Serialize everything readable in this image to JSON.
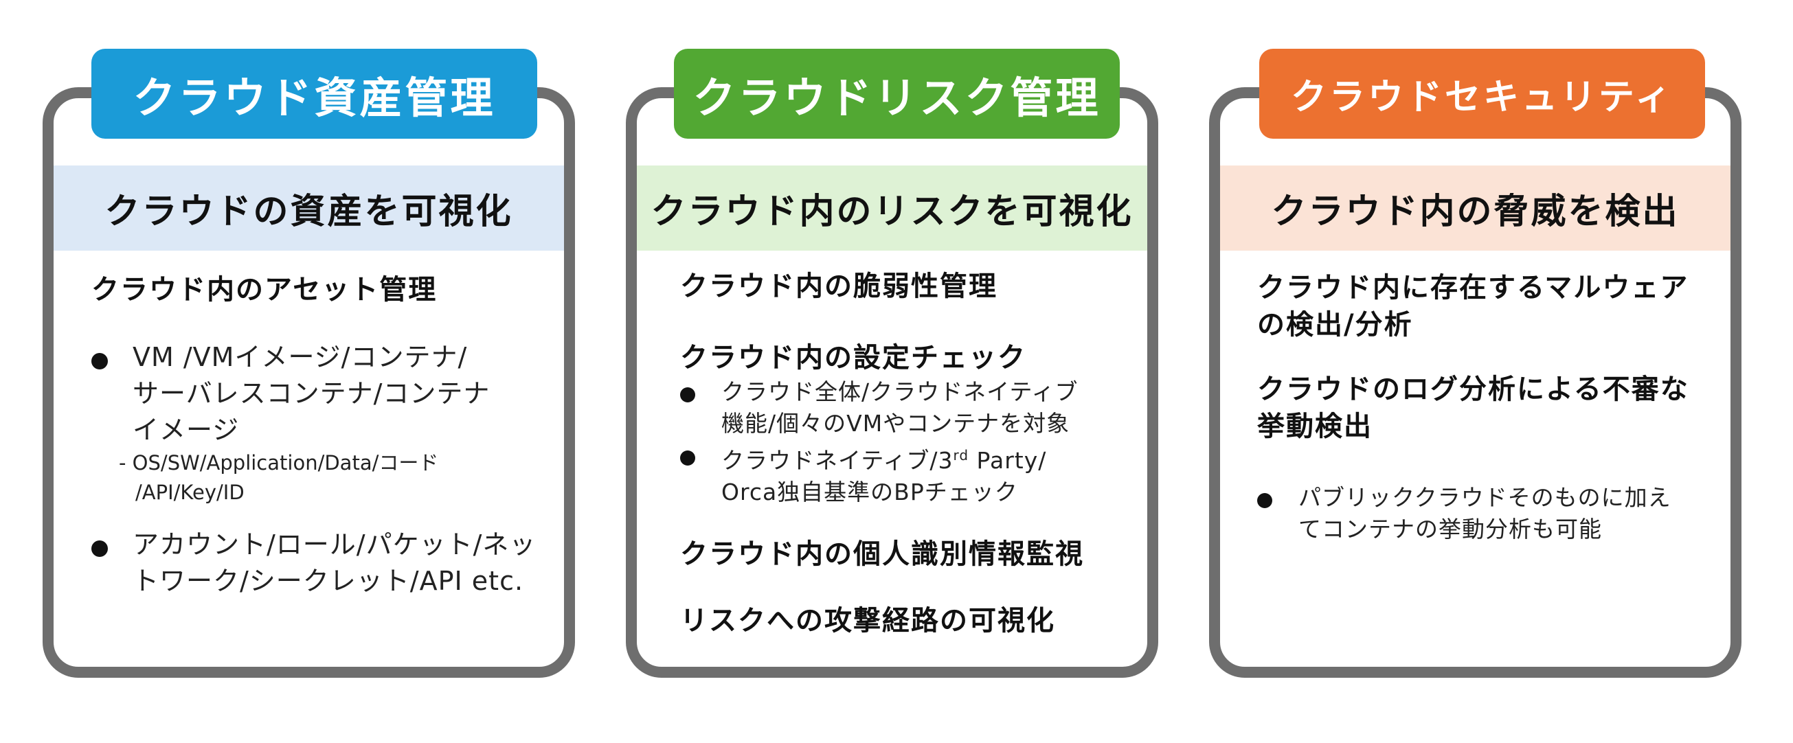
{
  "colors": {
    "border": "#6e6e6e",
    "col1_header": "#1b9bd7",
    "col1_band": "#dce8f6",
    "col2_header": "#52a833",
    "col2_band": "#def2d5",
    "col3_header": "#ec7130",
    "col3_band": "#fbe3d6"
  },
  "col1": {
    "header": "クラウド資産管理",
    "band": "クラウドの資産を可視化",
    "heading": "クラウド内のアセット管理",
    "bullet1": {
      "line1": "VM /VMイメージ/コンテナ/",
      "line2": "サーバレスコンテナ/コンテナ",
      "line3": "イメージ",
      "sub1": "- OS/SW/Application/Data/コード",
      "sub2": "/API/Key/ID"
    },
    "bullet2": {
      "line1": "アカウント/ロール/パケット/ネッ",
      "line2": "トワーク/シークレット/API etc."
    }
  },
  "col2": {
    "header": "クラウドリスク管理",
    "band": "クラウド内のリスクを可視化",
    "heading1": "クラウド内の脆弱性管理",
    "heading2": "クラウド内の設定チェック",
    "bullet1": {
      "line1": "クラウド全体/クラウドネイティブ",
      "line2": "機能/個々のVMやコンテナを対象"
    },
    "bullet2": {
      "line1_pre": "クラウドネイティブ/3",
      "line1_sup": "rd",
      "line1_post": " Party/",
      "line2": "Orca独自基準のBPチェック"
    },
    "heading3": "クラウド内の個人識別情報監視",
    "heading4": "リスクへの攻撃経路の可視化"
  },
  "col3": {
    "header": "クラウドセキュリティ",
    "band": "クラウド内の脅威を検出",
    "heading1_line1": "クラウド内に存在するマルウェア",
    "heading1_line2": "の検出/分析",
    "heading2_line1": "クラウドのログ分析による不審な",
    "heading2_line2": "挙動検出",
    "bullet1": {
      "line1": "パブリッククラウドそのものに加え",
      "line2": "てコンテナの挙動分析も可能"
    }
  }
}
